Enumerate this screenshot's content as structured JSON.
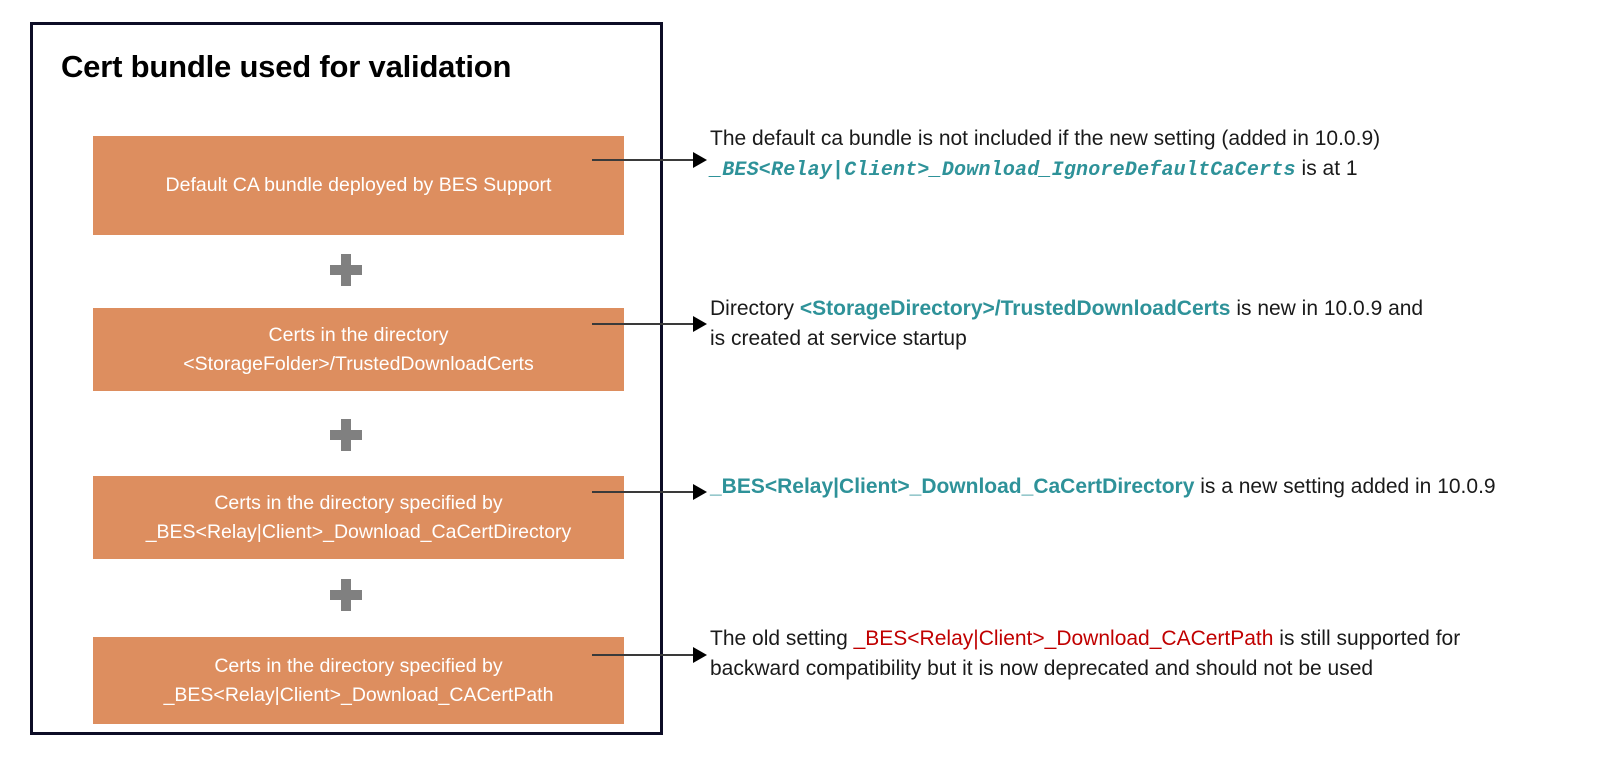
{
  "diagram": {
    "title": "Cert bundle used for validation",
    "colors": {
      "box_fill": "#dd8e5f",
      "box_text": "#ffffff",
      "panel_border": "#0d0d26",
      "plus_separator": "#808080",
      "accent_teal": "#2e9299",
      "accent_red": "#c00000",
      "body_text": "#1a1a1a"
    },
    "operator": "+",
    "boxes": [
      {
        "id": "default-ca-bundle",
        "line1": "Default CA bundle deployed by BES Support",
        "line2": ""
      },
      {
        "id": "trusted-download-certs-dir",
        "line1": "Certs in the directory",
        "line2": "<StorageFolder>/TrustedDownloadCerts"
      },
      {
        "id": "cacert-directory-setting",
        "line1": "Certs in the directory specified by",
        "line2": "_BES<Relay|Client>_Download_CaCertDirectory"
      },
      {
        "id": "cacert-path-setting",
        "line1": "Certs in the directory specified by",
        "line2": "_BES<Relay|Client>_Download_CACertPath"
      }
    ],
    "notes": [
      {
        "id": "note-default-ca-bundle",
        "line1_text": "The default ca bundle is not included if the new setting (added in 10.0.9)",
        "line2_code": "_BES<Relay|Client>_Download_IgnoreDefaultCaCerts",
        "line2_tail": " is at 1"
      },
      {
        "id": "note-trusted-download-certs",
        "lead": "Directory ",
        "code": "<StorageDirectory>/TrustedDownloadCerts",
        "tail": " is new in 10.0.9 and is created at service startup"
      },
      {
        "id": "note-cacert-directory",
        "code": "_BES<Relay|Client>_Download_CaCertDirectory",
        "tail": " is a new setting added in 10.0.9"
      },
      {
        "id": "note-cacert-path",
        "lead": "The old setting ",
        "code": "_BES<Relay|Client>_Download_CACertPath",
        "tail": " is still supported for backward compatibility but it is now deprecated and should not be used"
      }
    ]
  }
}
